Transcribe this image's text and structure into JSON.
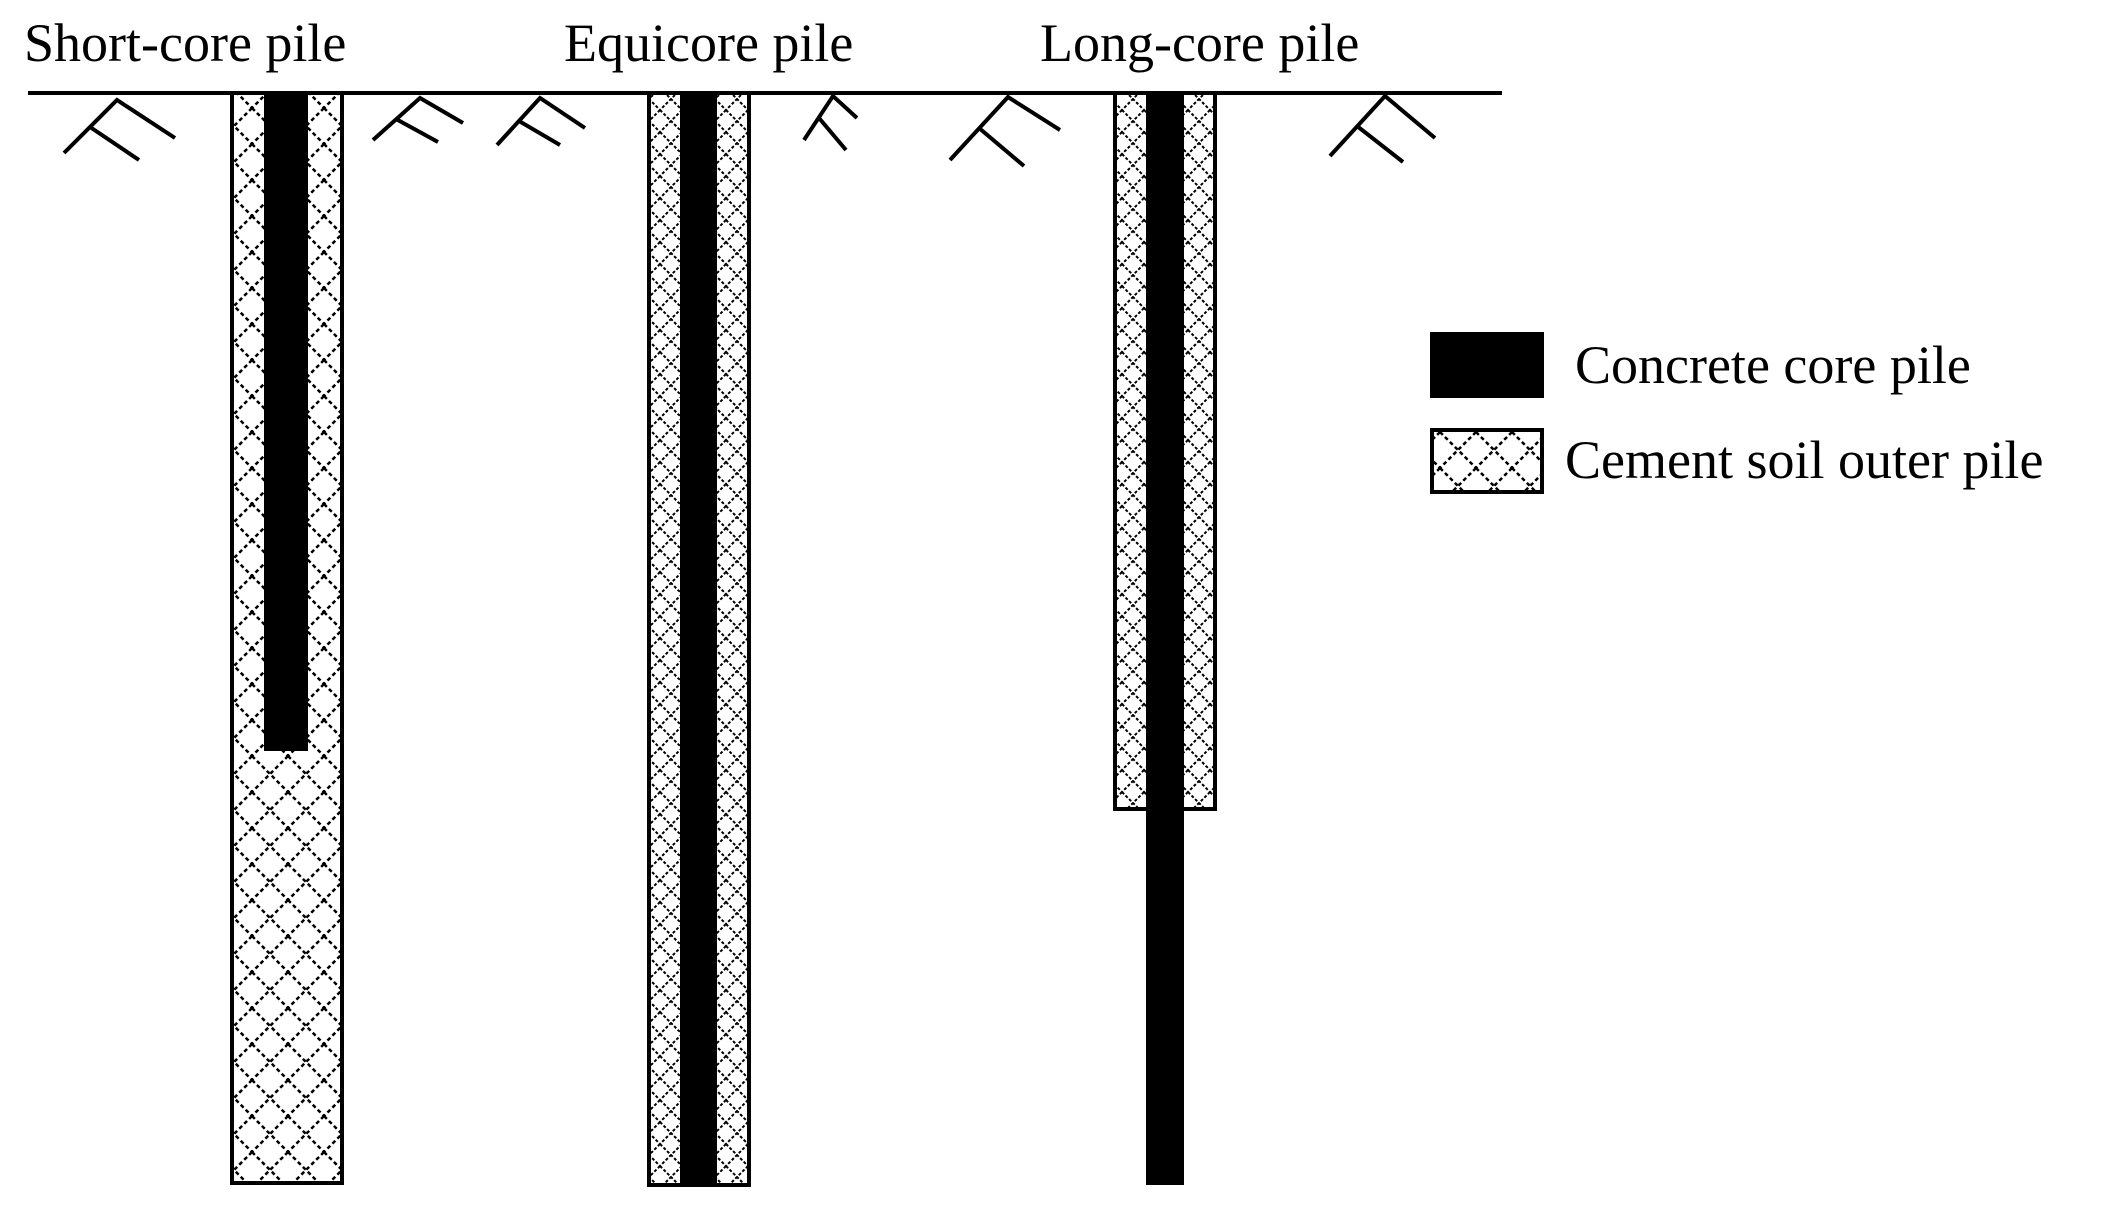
{
  "piles": [
    {
      "id": "short",
      "label": "Short-core pile"
    },
    {
      "id": "equi",
      "label": "Equicore pile"
    },
    {
      "id": "long",
      "label": "Long-core pile"
    }
  ],
  "legend": {
    "concrete_core": "Concrete core pile",
    "cement_soil_outer": "Cement soil outer pile"
  },
  "colors": {
    "core": "#000000",
    "outer_pattern": "crosshatch",
    "background": "#ffffff"
  }
}
